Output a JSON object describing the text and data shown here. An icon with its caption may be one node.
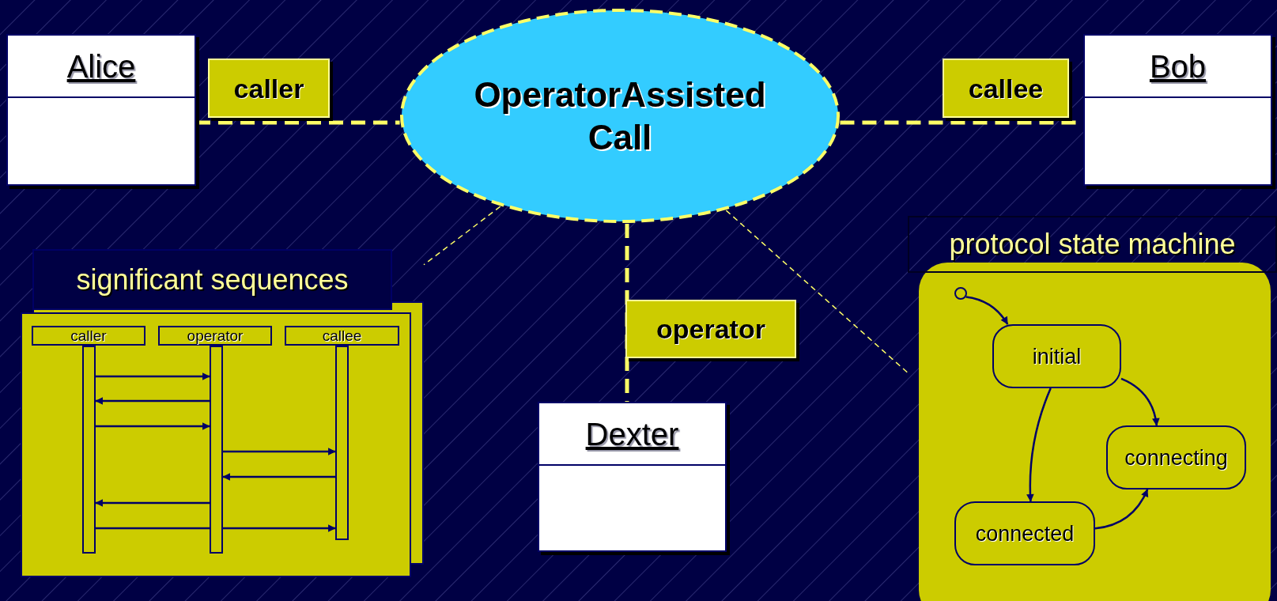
{
  "diagram": {
    "nodes": [
      {
        "text": [
          "OperatorAssisted Call"
        ]
      },
      {
        "text": [
          "Alice"
        ]
      },
      {
        "text": [
          "Bob"
        ]
      },
      {
        "text": [
          "Dexter"
        ]
      },
      {
        "text": [
          "significant sequences"
        ]
      },
      {
        "text": [
          "caller"
        ],
        "in": 4
      },
      {
        "text": [
          "operator"
        ],
        "in": 4
      },
      {
        "text": [
          "callee"
        ],
        "in": 4
      },
      {
        "text": [],
        "shape": "bar",
        "in": 4
      },
      {
        "text": [],
        "shape": "bar",
        "in": 4
      },
      {
        "text": [],
        "shape": "bar",
        "in": 4
      },
      {
        "text": [
          "protocol state machine"
        ]
      },
      {
        "text": [],
        "shape": "circle",
        "in": 11
      },
      {
        "text": [
          "initial"
        ],
        "in": 11
      },
      {
        "text": [
          "connecting"
        ],
        "in": 11
      },
      {
        "text": [
          "connected"
        ],
        "in": 11
      }
    ],
    "edges": [
      {
        "from": 1,
        "to": 0,
        "arrow": "none",
        "label": "caller",
        "style": "dashed",
        "color": "#ffff66"
      },
      {
        "from": 0,
        "to": 2,
        "arrow": "none",
        "label": "callee",
        "style": "dashed",
        "color": "#ffff66"
      },
      {
        "from": 0,
        "to": 3,
        "arrow": "none",
        "label": "operator",
        "style": "dashed",
        "color": "#ffff66"
      },
      {
        "from": 0,
        "to": 4,
        "arrow": "none",
        "style": "dashed",
        "color": "#ffff66"
      },
      {
        "from": 0,
        "to": 11,
        "arrow": "none",
        "style": "dashed",
        "color": "#ffff66"
      },
      {
        "from": 8,
        "to": 9,
        "arrow": "to"
      },
      {
        "from": 9,
        "to": 8,
        "arrow": "to"
      },
      {
        "from": 8,
        "to": 9,
        "arrow": "to"
      },
      {
        "from": 9,
        "to": 10,
        "arrow": "to"
      },
      {
        "from": 10,
        "to": 9,
        "arrow": "to"
      },
      {
        "from": 9,
        "to": 8,
        "arrow": "to"
      },
      {
        "from": 8,
        "to": 10,
        "arrow": "to"
      },
      {
        "from": 12,
        "to": 13,
        "arrow": "to"
      },
      {
        "from": 13,
        "to": 14,
        "arrow": "to"
      },
      {
        "from": 13,
        "to": 15,
        "arrow": "to"
      },
      {
        "from": 15,
        "to": 14,
        "arrow": "to"
      }
    ]
  }
}
